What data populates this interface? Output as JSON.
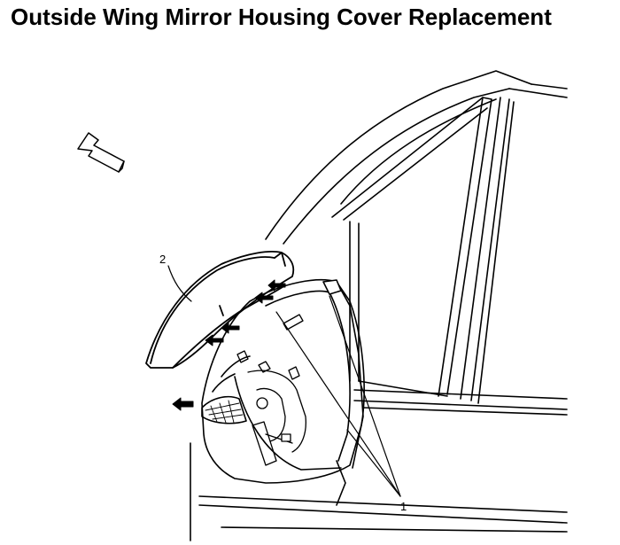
{
  "header": {
    "title": "Outside Wing Mirror Housing Cover Replacement"
  },
  "diagram": {
    "callouts": [
      {
        "number": "1",
        "target": "mirror-housing-retaining-tabs"
      },
      {
        "number": "2",
        "target": "mirror-housing-cover"
      }
    ],
    "icons": [
      "vehicle-front-direction-arrow-icon",
      "removal-direction-arrow-icon",
      "clip-release-arrow-icon"
    ],
    "line_color": "#000000",
    "background_color": "#ffffff"
  }
}
